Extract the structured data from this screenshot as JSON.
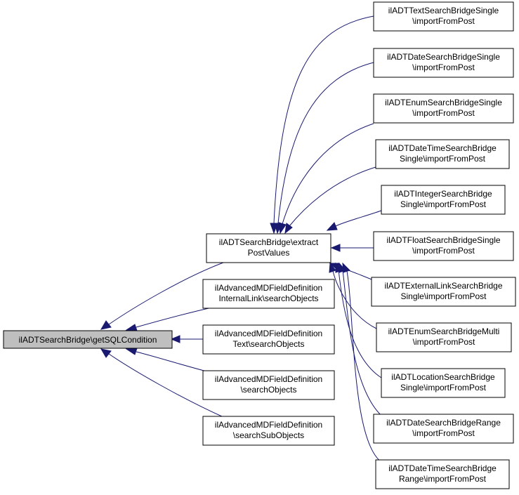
{
  "colors": {
    "edge": "#191970",
    "node_fill": "#ffffff",
    "root_fill": "#bfbfbf",
    "border": "#000000"
  },
  "nodes": {
    "root": [
      "ilADTSearchBridge\\getSQLCondition"
    ],
    "extract": [
      "ilADTSearchBridge\\extract",
      "PostValues"
    ],
    "internal_link": [
      "ilAdvancedMDFieldDefinition",
      "InternalLink\\searchObjects"
    ],
    "text_search": [
      "ilAdvancedMDFieldDefinition",
      "Text\\searchObjects"
    ],
    "search_objects": [
      "ilAdvancedMDFieldDefinition",
      "\\searchObjects"
    ],
    "search_sub_objects": [
      "ilAdvancedMDFieldDefinition",
      "\\searchSubObjects"
    ],
    "text_single": [
      "ilADTTextSearchBridgeSingle",
      "\\importFromPost"
    ],
    "date_single": [
      "ilADTDateSearchBridgeSingle",
      "\\importFromPost"
    ],
    "enum_single": [
      "ilADTEnumSearchBridgeSingle",
      "\\importFromPost"
    ],
    "datetime_single": [
      "ilADTDateTimeSearchBridge",
      "Single\\importFromPost"
    ],
    "integer_single": [
      "ilADTIntegerSearchBridge",
      "Single\\importFromPost"
    ],
    "float_single": [
      "ilADTFloatSearchBridgeSingle",
      "\\importFromPost"
    ],
    "extlink_single": [
      "ilADTExternalLinkSearchBridge",
      "Single\\importFromPost"
    ],
    "enum_multi": [
      "ilADTEnumSearchBridgeMulti",
      "\\importFromPost"
    ],
    "location_single": [
      "ilADTLocationSearchBridge",
      "Single\\importFromPost"
    ],
    "date_range": [
      "ilADTDateSearchBridgeRange",
      "\\importFromPost"
    ],
    "datetime_range": [
      "ilADTDateTimeSearchBridge",
      "Range\\importFromPost"
    ]
  }
}
